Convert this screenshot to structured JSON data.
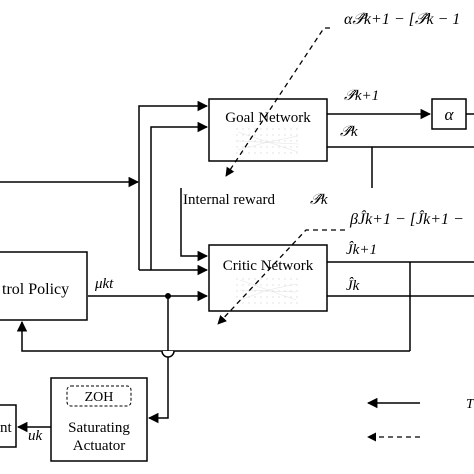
{
  "blocks": {
    "goal": "Goal Network",
    "critic": "Critic Network",
    "control": "Control Policy",
    "control_visible": "trol Policy",
    "plant_visible": "nt",
    "zoh": "ZOH",
    "actuator_line1": "Saturating",
    "actuator_line2": "Actuator",
    "alpha": "α"
  },
  "labels": {
    "p_next": "𝒫̂k+1",
    "p_k": "𝒫̂k",
    "internal_reward": "Internal reward",
    "internal_reward_sym": "𝒫̂k",
    "j_next": "Ĵk+1",
    "j_k": "Ĵk",
    "mu": "μkt",
    "u": "uk",
    "goal_error_expr": "α𝒫̂k+1 − [𝒫̂k − 1",
    "critic_error_expr": "βĴk+1 − [Ĵk+1 −",
    "legend_solid": "T",
    "legend_dashed": ""
  }
}
